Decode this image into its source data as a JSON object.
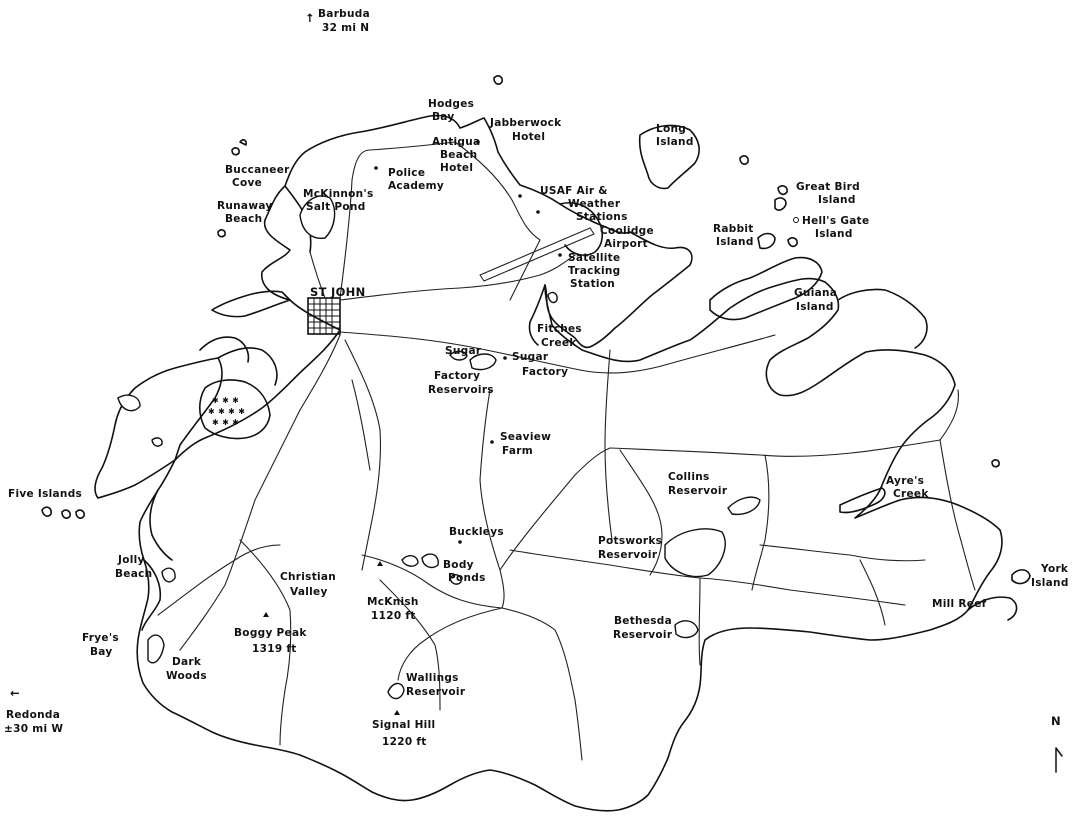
{
  "map": {
    "north_label": "N",
    "barbuda": {
      "arrow": "↑",
      "line1": "Barbuda",
      "line2": "32 mi N"
    },
    "redonda": {
      "arrow": "←",
      "line1": "Redonda",
      "line2": "±30 mi W"
    },
    "places": {
      "hodges_bay": [
        "Hodges",
        "Bay"
      ],
      "jabberwock_hotel": [
        "Jabberwock",
        "Hotel"
      ],
      "antigua_beach_hotel": [
        "Antigua",
        "Beach",
        "Hotel"
      ],
      "long_island": [
        "Long",
        "Island"
      ],
      "buccaneer_cove": [
        "Buccaneer",
        "Cove"
      ],
      "police_academy": [
        "Police",
        "Academy"
      ],
      "mckinnons_salt_pond": [
        "McKinnon's",
        "Salt Pond"
      ],
      "runaway_beach": [
        "Runaway",
        "Beach"
      ],
      "usaf_stations": [
        "USAF Air &",
        "Weather",
        "Stations"
      ],
      "great_bird_island": [
        "Great Bird",
        "Island"
      ],
      "hells_gate_island": [
        "Hell's Gate",
        "Island"
      ],
      "coolidge_airport": [
        "Coolidge",
        "Airport"
      ],
      "rabbit_island": [
        "Rabbit",
        "Island"
      ],
      "satellite_station": [
        "Satellite",
        "Tracking",
        "Station"
      ],
      "st_john": [
        "ST JOHN"
      ],
      "guiana_island": [
        "Guiana",
        "Island"
      ],
      "fitches_creek": [
        "Fitches",
        "Creek"
      ],
      "sugar_factory_reservoirs": [
        "Sugar",
        "Factory",
        "Reservoirs"
      ],
      "sugar_factory": [
        "Sugar",
        "Factory"
      ],
      "seaview_farm": [
        "Seaview",
        "Farm"
      ],
      "collins_reservoir": [
        "Collins",
        "Reservoir"
      ],
      "ayres_creek": [
        "Ayre's",
        "Creek"
      ],
      "five_islands": [
        "Five Islands"
      ],
      "buckleys": [
        "Buckleys"
      ],
      "potsworks_reservoir": [
        "Potsworks",
        "Reservoir"
      ],
      "jolly_beach": [
        "Jolly",
        "Beach"
      ],
      "body_ponds": [
        "Body",
        "Ponds"
      ],
      "christian_valley": [
        "Christian",
        "Valley"
      ],
      "mcknish": [
        "McKnish",
        "1120 ft"
      ],
      "york_island": [
        "York",
        "Island"
      ],
      "mill_reef": [
        "Mill Reef"
      ],
      "boggy_peak": [
        "Boggy Peak",
        "1319 ft"
      ],
      "bethesda_reservoir": [
        "Bethesda",
        "Reservoir"
      ],
      "fryes_bay": [
        "Frye's",
        "Bay"
      ],
      "dark_woods": [
        "Dark",
        "Woods"
      ],
      "wallings_reservoir": [
        "Wallings",
        "Reservoir"
      ],
      "signal_hill": [
        "Signal Hill",
        "1220 ft"
      ]
    }
  }
}
